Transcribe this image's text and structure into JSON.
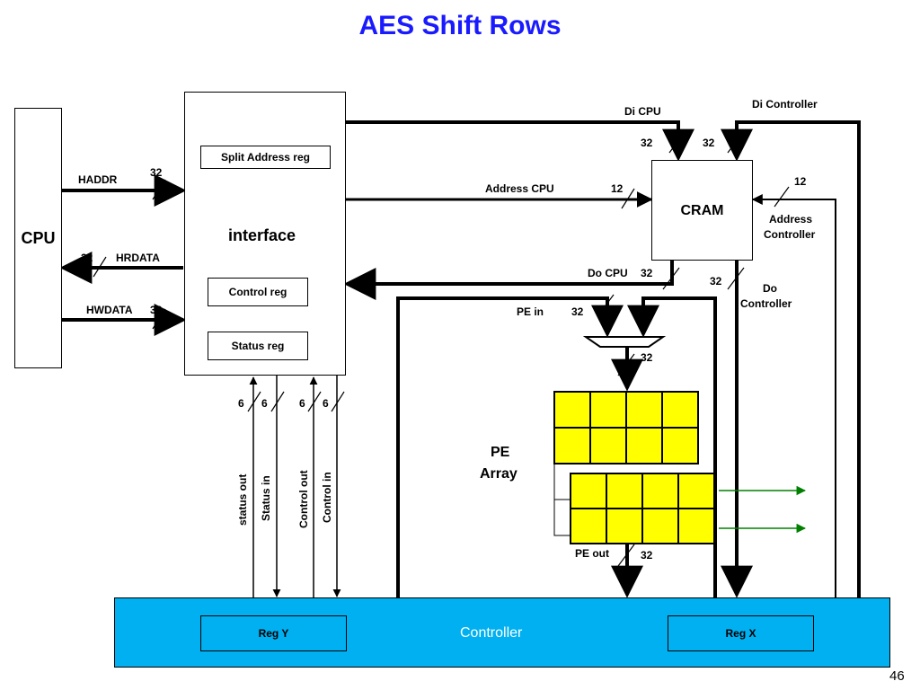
{
  "title": "AES Shift Rows",
  "page_number": "46",
  "blocks": {
    "cpu": "CPU",
    "interface": "interface",
    "split_address_reg": "Split Address reg",
    "control_reg": "Control reg",
    "status_reg": "Status reg",
    "cram": "CRAM",
    "pe_array_line1": "PE",
    "pe_array_line2": "Array",
    "controller": "Controller",
    "reg_y": "Reg Y",
    "reg_x": "Reg X"
  },
  "signals": {
    "haddr": "HADDR",
    "hrdata": "HRDATA",
    "hwdata": "HWDATA",
    "di_cpu": "Di CPU",
    "di_controller": "Di Controller",
    "address_cpu": "Address CPU",
    "address_controller_1": "Address",
    "address_controller_2": "Controller",
    "do_cpu": "Do CPU",
    "do_controller_1": "Do",
    "do_controller_2": "Controller",
    "pe_in": "PE in",
    "pe_out": "PE out",
    "status_out": "status out",
    "status_in": "Status in",
    "control_out": "Control out",
    "control_in": "Control in"
  },
  "widths": {
    "haddr": "32",
    "hrdata": "32",
    "hwdata": "32",
    "di_cpu": "32",
    "di_controller": "32",
    "address_cpu": "12",
    "address_controller": "12",
    "do_cpu": "32",
    "do_controller": "32",
    "pe_in": "32",
    "mux_out": "32",
    "pe_out": "32",
    "status_out": "6",
    "status_in": "6",
    "control_out": "6",
    "control_in": "6"
  },
  "colors": {
    "title": "#1a1aff",
    "controller_fill": "#00b0f0",
    "pe_cell_fill": "#ffff00",
    "output_arrow": "#008000"
  }
}
